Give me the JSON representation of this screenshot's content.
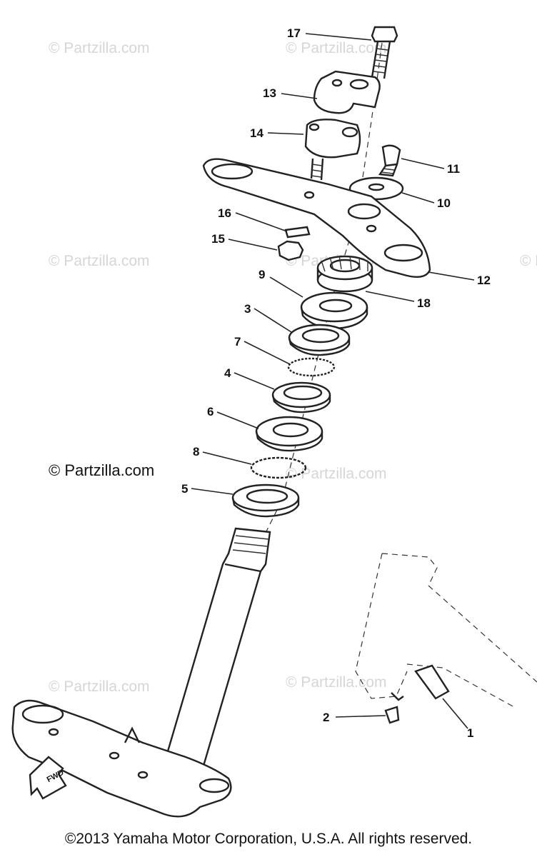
{
  "diagram": {
    "watermarks": [
      "© Partzilla.com",
      "© Partzilla.com",
      "© Partzilla.com",
      "© Partzilla.com",
      "© Partzilla.com",
      "© Partzilla.com",
      "© Partzilla.com",
      "© Partzilla.com"
    ],
    "watermark_prominent": "© Partzilla.com",
    "callouts": [
      "17",
      "13",
      "14",
      "11",
      "10",
      "16",
      "15",
      "12",
      "9",
      "18",
      "3",
      "7",
      "4",
      "6",
      "8",
      "5",
      "2",
      "1"
    ],
    "fwd_label": "FWD"
  },
  "footer": {
    "copyright": "©2013 Yamaha Motor Corporation, U.S.A. All rights reserved."
  }
}
